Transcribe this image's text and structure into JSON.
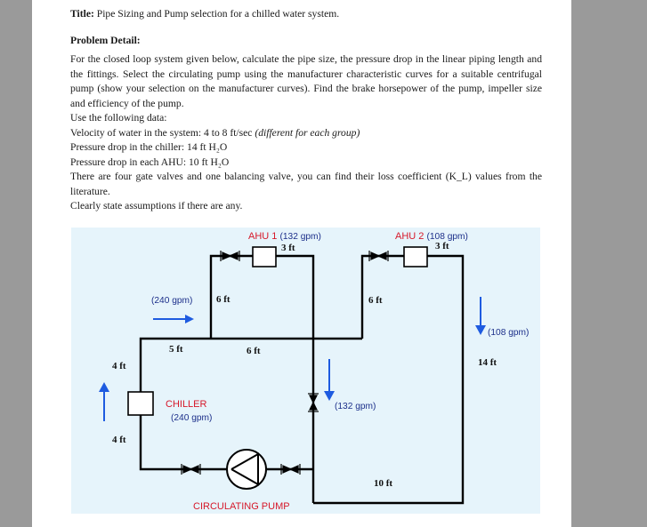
{
  "title_label": "Title:",
  "title_text": "Pipe Sizing and Pump selection for a chilled water system.",
  "detail_heading": "Problem Detail:",
  "paragraph": "For the closed loop system given below, calculate the pipe size, the pressure drop in the linear piping length and the fittings. Select the circulating pump using the manufacturer characteristic curves for a suitable centrifugal pump (show your selection on the manufacturer curves). Find the brake horsepower of the pump, impeller size and efficiency of the pump.",
  "data_lines": {
    "intro": "Use the following data:",
    "velocity_prefix": "Velocity of water in the system: 4 to 8 ft/sec ",
    "velocity_note": "(different for each group)",
    "chiller_drop": "Pressure drop in the chiller: 14 ft H₂O",
    "ahu_drop": "Pressure drop in each AHU: 10 ft H₂O",
    "valves": "There are four gate valves and one balancing valve, you can find their loss coefficient (K_L) values from the literature.",
    "assumptions": "Clearly state assumptions if there are any."
  },
  "diagram": {
    "ahu1_name": "AHU 1",
    "ahu1_flow": "(132 gpm)",
    "ahu2_name": "AHU 2",
    "ahu2_flow": "(108 gpm)",
    "ahu1_len": "3 ft",
    "ahu2_len": "3 ft",
    "flow_240": "(240 gpm)",
    "len_6ft_left": "6 ft",
    "len_6ft_right": "6 ft",
    "len_5ft": "5 ft",
    "len_6ft_mid": "6 ft",
    "flow_108_right": "(108 gpm)",
    "len_14ft": "14 ft",
    "len_4ft_top": "4 ft",
    "len_4ft_bottom": "4 ft",
    "chiller_name": "CHILLER",
    "chiller_flow": "(240 gpm)",
    "flow_132_mid": "(132 gpm)",
    "len_10ft": "10 ft",
    "pump_name": "CIRCULATING PUMP",
    "colors": {
      "pipe": "#000000",
      "arrow": "#1e5be0",
      "label_red": "#d6182a",
      "label_blue": "#1c2f8a",
      "background": "#e6f4fb"
    }
  }
}
